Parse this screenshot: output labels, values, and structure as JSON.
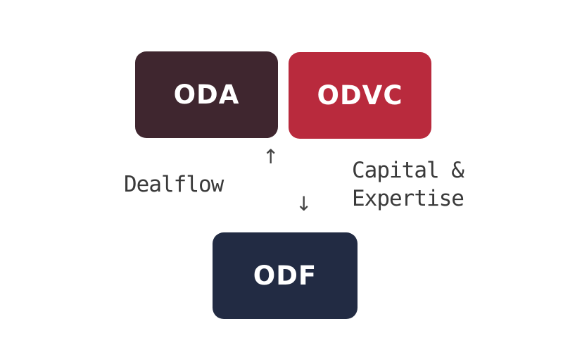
{
  "nodes": {
    "oda": {
      "label": "ODA",
      "color": "#3f262f"
    },
    "odvc": {
      "label": "ODVC",
      "color": "#b92a3d"
    },
    "odf": {
      "label": "ODF",
      "color": "#222b43"
    }
  },
  "edges": {
    "dealflow": {
      "label": "Dealflow",
      "direction": "up"
    },
    "capital": {
      "line1": "Capital &",
      "line2": "Expertise",
      "direction": "down"
    }
  },
  "icons": {
    "arrow_up": "↑",
    "arrow_down": "↓"
  }
}
